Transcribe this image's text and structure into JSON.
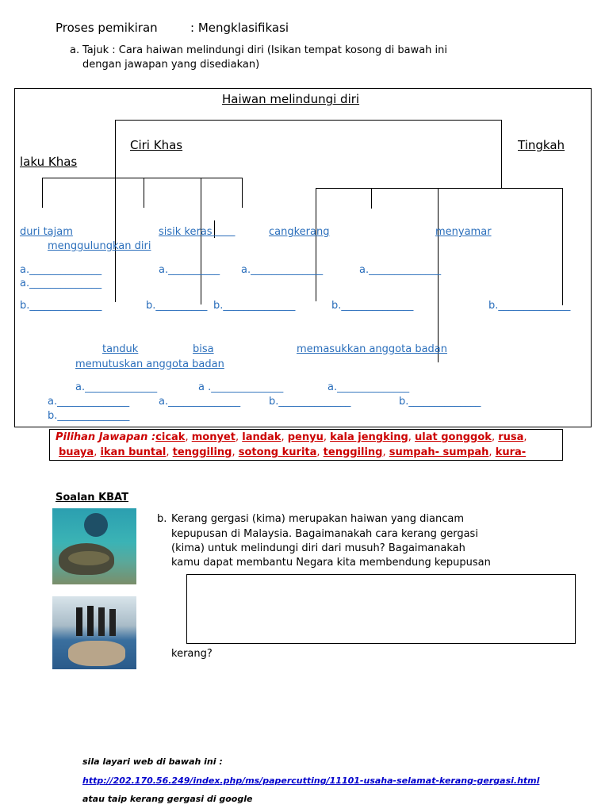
{
  "header": {
    "proses_label": "Proses pemikiran",
    "proses_value": ": Mengklasifikasi",
    "tajuk_prefix": "a.",
    "tajuk_line1": "Tajuk : Cara haiwan melindungi diri (Isikan tempat kosong di bawah ini",
    "tajuk_line2": "dengan jawapan yang disediakan)"
  },
  "diagram": {
    "title": "Haiwan melindungi diri",
    "ciri_khas": "Ciri Khas",
    "tingkah": "Tingkah",
    "laku_khas": "laku Khas",
    "items_row1": [
      "duri tajam",
      "sisik keras",
      "cangkerang",
      "menyamar",
      "menggulungkan diri"
    ],
    "items_row2": [
      "tanduk",
      "bisa",
      "memasukkan anggota badan",
      "memutuskan anggota badan"
    ],
    "blank_a": "a.______________",
    "blank_a_short": "a.__________",
    "blank_a_space": "a .______________",
    "blank_b": "b.______________",
    "blank_b_short": "b.__________"
  },
  "pilihan": {
    "label": "Pilihan Jawapan :",
    "line1": [
      "cicak",
      "monyet",
      "landak",
      "penyu",
      "kala jengking",
      "ulat gonggok",
      "rusa"
    ],
    "line2": [
      "buaya",
      "ikan buntal",
      "tenggiling",
      "sotong kurita",
      "tenggiling",
      "sumpah- sumpah",
      "kura-"
    ]
  },
  "kbat": {
    "heading": "Soalan KBAT",
    "b_prefix": "b.",
    "question_lines": [
      "Kerang gergasi (kima) merupakan haiwan yang diancam",
      "kepupusan di Malaysia. Bagaimanakah cara kerang gergasi",
      "(kima) untuk melindungi diri dari musuh? Bagaimanakah",
      "kamu dapat membantu Negara kita membendung kepupusan"
    ],
    "question_end": "kerang?"
  },
  "footer": {
    "line1": "sila layari web di bawah ini :",
    "url": "http://202.170.56.249/index.php/ms/papercutting/11101-usaha-selamat-kerang-gergasi.html",
    "line3": "atau taip kerang gergasi di google"
  }
}
